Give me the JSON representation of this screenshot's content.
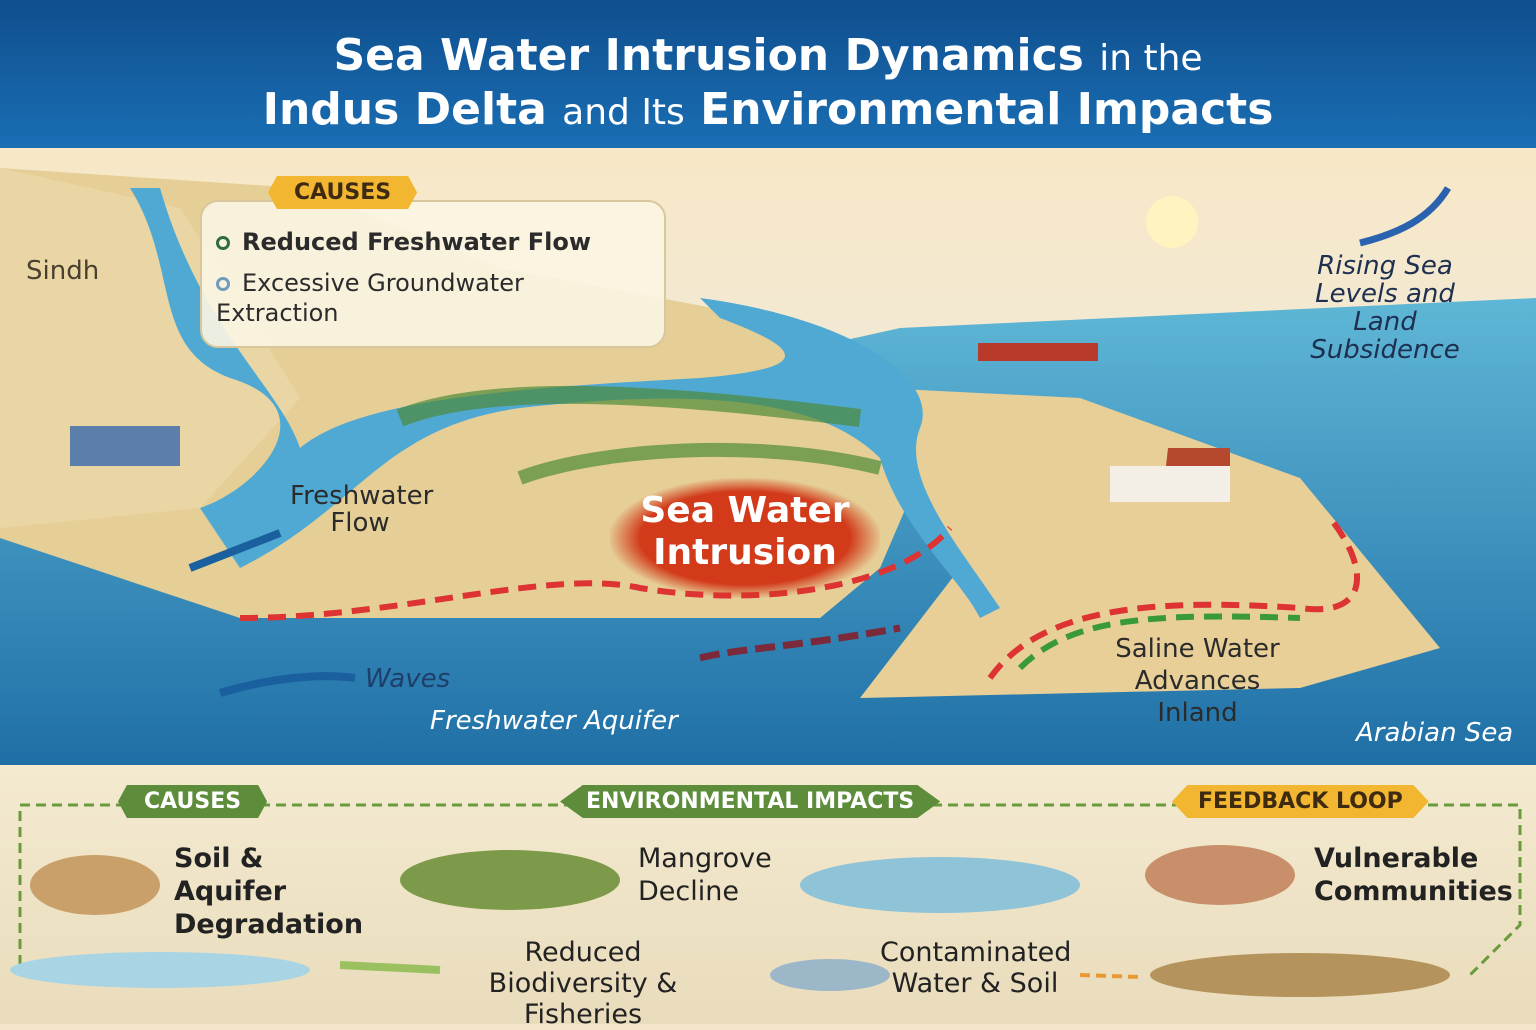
{
  "title": {
    "line1_bold": "Sea Water Intrusion Dynamics",
    "line1_thin": "in the",
    "line2_bold_a": "Indus Delta",
    "line2_thin": "and Its",
    "line2_bold_b": "Environmental Impacts"
  },
  "map": {
    "causes_tag": "CAUSES",
    "causes": [
      "Reduced Freshwater Flow",
      "Excessive Groundwater Extraction"
    ],
    "sindh": "Sindh",
    "freshwater_flow": "Freshwater Flow",
    "sea_water_intrusion": "Sea Water Intrusion",
    "waves": "Waves",
    "freshwater_aquifer": "Freshwater Aquifer",
    "saline_advance": "Saline Water Advances Inland",
    "rising": "Rising Sea Levels and Land Subsidence",
    "arabian_sea": "Arabian Sea"
  },
  "bottom": {
    "causes_tag": "CAUSES",
    "impacts_tag": "ENVIRONMENTAL IMPACTS",
    "feedback_tag": "FEEDBACK LOOP",
    "soil": "Soil & Aquifer Degradation",
    "mangrove": "Mangrove Decline",
    "vulnerable": "Vulnerable Communities",
    "biodiversity": "Reduced Biodiversity & Fisheries",
    "contaminated": "Contaminated Water & Soil"
  },
  "colors": {
    "header": "#15609f",
    "intrusion": "#d23a1a",
    "causes_tag": "#f2b630",
    "impacts_tag": "#5d8c3a",
    "feedback_tag": "#f2b630"
  }
}
